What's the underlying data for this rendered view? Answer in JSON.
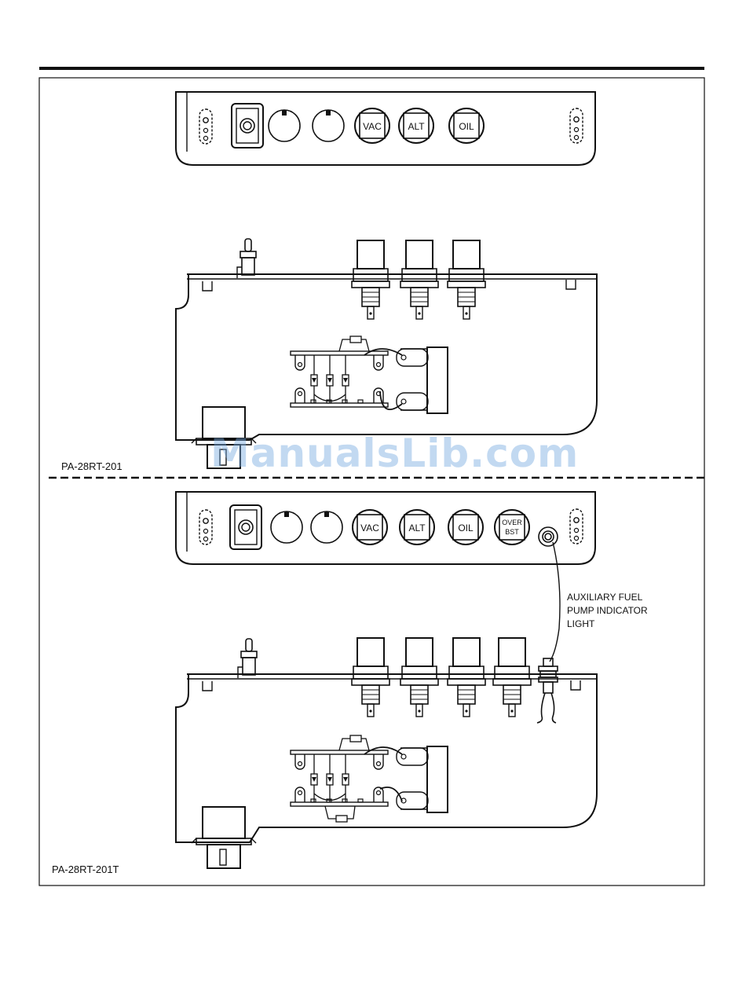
{
  "top_variant": {
    "model_label": "PA-28RT-201",
    "lamp_labels": [
      "VAC",
      "ALT",
      "OIL"
    ]
  },
  "bottom_variant": {
    "model_label": "PA-28RT-201T",
    "lamp_labels": [
      "VAC",
      "ALT",
      "OIL"
    ],
    "overboost_label": [
      "OVER",
      "BST"
    ],
    "callout_lines": [
      "AUXILIARY FUEL",
      "PUMP INDICATOR",
      "LIGHT"
    ]
  },
  "watermark": "ManualsLib.com",
  "colors": {
    "ink": "#111111",
    "watermark": "#78aae1"
  }
}
